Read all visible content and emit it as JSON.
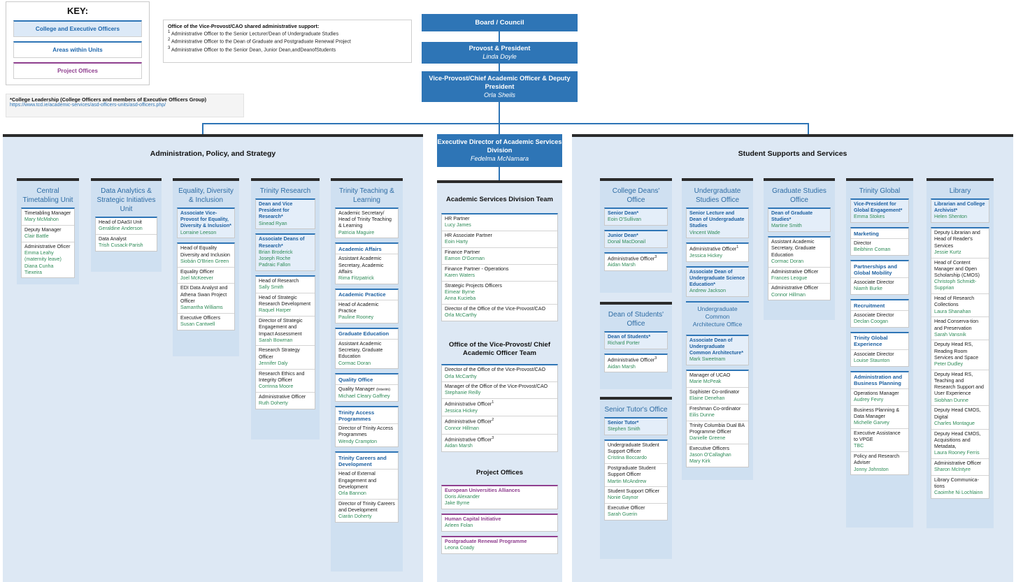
{
  "key": {
    "title": "KEY:",
    "items": [
      {
        "label": "College and Executive Officers",
        "style": "shaded"
      },
      {
        "label": "Areas within Units",
        "style": "plain"
      },
      {
        "label": "Project Offices",
        "style": "project"
      }
    ]
  },
  "note": {
    "title": "Office of the Vice-Provost/CAO shared administrative support:",
    "lines": [
      "Administrative Officer to the Senior Lecturer/Dean of  Undergraduate Studies",
      "Administrative Officer to the Dean of Graduate and  Postgraduate Renewal Project",
      "Administrative Officer to the Senior Dean, Junior Dean,andDeanofStudents"
    ],
    "markers": [
      "1",
      "2",
      "3"
    ]
  },
  "leadership": {
    "title": "*College Leadership (College Officers and members of Executive Officers Group)",
    "url": "https://www.tcd.ie/academic-services/asd-officers-units/asd-officers.php/"
  },
  "top_chain": [
    {
      "title": "Board / Council",
      "person": ""
    },
    {
      "title": "Provost & President",
      "person": "Linda Doyle"
    },
    {
      "title": "Vice-Provost/Chief Academic Officer & Deputy President",
      "person": "Orla Sheils"
    },
    {
      "title": "Executive Director of Academic Services Division",
      "person": "Fedelma McNamara"
    }
  ],
  "sections": {
    "left_title": "Administration, Policy, and Strategy",
    "right_title": "Student Supports and Services"
  },
  "left_units": [
    {
      "title": "Central Timetabling Unit",
      "groups": [
        {
          "type": "plain",
          "rows": [
            {
              "role": "Timetabling Manager",
              "people": [
                "Mary McMahon"
              ]
            },
            {
              "role": "Deputy Manager",
              "people": [
                "Clair Battle"
              ]
            },
            {
              "role": "Administrative Oficer",
              "people": [
                "Emma Leahy",
                "(maternity leave)",
                "Diana Cunha Tiexeira"
              ]
            }
          ]
        }
      ]
    },
    {
      "title": "Data Analytics & Strategic Initiatives Unit",
      "groups": [
        {
          "type": "plain",
          "rows": [
            {
              "role": "Head of DAaSI Unit",
              "people": [
                "Geraldine Anderson"
              ]
            },
            {
              "role": "Data Analyst",
              "people": [
                "Trish Cusack-Parish"
              ]
            }
          ]
        }
      ]
    },
    {
      "title": "Equality, Diversity & Inclusion",
      "groups": [
        {
          "type": "blue",
          "rows": [
            {
              "role": "Associate Vice-Provost for Equality, Diversity &  Inclusion*",
              "bold": true,
              "people": [
                "Lorraine Leeson"
              ]
            }
          ]
        },
        {
          "type": "plain",
          "rows": [
            {
              "role": "Head of Equality Diversity and Inclusion",
              "people": [
                "Siobán O'Brien Green"
              ]
            },
            {
              "role": "Equality Officer",
              "people": [
                "Joel McKeever"
              ]
            },
            {
              "role": "EDI Data Analyst and Athena Swan Project Officer",
              "people": [
                "Samantha Williams"
              ]
            },
            {
              "role": "Executive Officers",
              "people": [
                "Susan Cantwell"
              ]
            }
          ]
        }
      ]
    },
    {
      "title": "Trinity Research",
      "groups": [
        {
          "type": "blue",
          "rows": [
            {
              "role": "Dean and Vice President for Research*",
              "bold": true,
              "people": [
                "Sinead Ryan"
              ]
            }
          ]
        },
        {
          "type": "blue",
          "rows": [
            {
              "role": "Associate Deans of Research*",
              "bold": true,
              "people": [
                "Brian Broderick",
                "Joseph Roche",
                "Padraic Fallon"
              ]
            }
          ]
        },
        {
          "type": "plain",
          "rows": [
            {
              "role": "Head of Research",
              "people": [
                "Sally Smith"
              ]
            },
            {
              "role": "Head of Strategic Research Development",
              "people": [
                "Raquel Harper"
              ]
            },
            {
              "role": "Director of Strategic Engagement and Impact Assessment",
              "people": [
                "Sarah Bowman"
              ]
            },
            {
              "role": "Research Strategy Officer",
              "people": [
                "Jennifer Daly"
              ]
            },
            {
              "role": "Research Ethics and Integrity Officer",
              "people": [
                "Corrinna Moore"
              ]
            },
            {
              "role": "Administrative Officer",
              "people": [
                "Ruth Doherty"
              ]
            }
          ]
        }
      ]
    },
    {
      "title": "Trinity Teaching & Learning",
      "groups": [
        {
          "type": "plain",
          "rows": [
            {
              "role": "Academic Secretary/ Head of Trinity Teaching & Learning",
              "people": [
                "Patricia Maguire"
              ]
            }
          ]
        },
        {
          "type": "header",
          "header": "Academic Affairs",
          "rows": [
            {
              "role": "Assistant Academic Secretary, Academic Affairs",
              "people": [
                "Rima Fitzpatrick"
              ]
            }
          ]
        },
        {
          "type": "header",
          "header": "Academic Practice",
          "rows": [
            {
              "role": "Head of Academic Practice",
              "people": [
                "Pauline Rooney"
              ]
            }
          ]
        },
        {
          "type": "header",
          "header": "Graduate Education",
          "rows": [
            {
              "role": "Assistant Academic Secretary, Graduate Education",
              "people": [
                "Cormac Doran"
              ]
            }
          ]
        },
        {
          "type": "header",
          "header": "Quality Office",
          "rows": [
            {
              "role": "Quality Manager (Interim)",
              "people": [
                "Michael Cleary Gaffney"
              ]
            }
          ]
        },
        {
          "type": "header",
          "header": "Trinity Access Programmes",
          "rows": [
            {
              "role": "Director of Trinity Access Programmes",
              "people": [
                "Wendy Crampton"
              ]
            }
          ]
        },
        {
          "type": "header",
          "header": "Trinity Careers and Development",
          "rows": [
            {
              "role": "Head of External Engagement and Development",
              "people": [
                "Orla Bannon"
              ]
            },
            {
              "role": "Director of Trinity Careers and Development",
              "people": [
                "Ciarán Doherty"
              ]
            }
          ]
        }
      ]
    }
  ],
  "center": {
    "asd_title": "Academic Services Division Team",
    "asd_rows": [
      {
        "role": "HR Partner",
        "people": [
          "Lucy James"
        ]
      },
      {
        "role": "HR Associate Partner",
        "people": [
          "Eoin Harty"
        ]
      },
      {
        "role": "Finance Partner",
        "people": [
          "Eamon O'Gorman"
        ]
      },
      {
        "role": "Finance Partner - Operations",
        "people": [
          "Karen Waters"
        ]
      },
      {
        "role": "Strategic Projects Officers",
        "people": [
          "Eimear Byrne",
          "Anna Kucieba"
        ]
      },
      {
        "role": "Director of the Office of the Vice-Provost/CAO",
        "people": [
          "Orla McCarthy"
        ]
      }
    ],
    "vp_title": "Office of the Vice-Provost/ Chief Academic Officer Team",
    "vp_rows": [
      {
        "role": "Director of the Office of the Vice-Provost/CAO",
        "people": [
          "Orla McCarthy"
        ]
      },
      {
        "role": "Manager of the Office of the Vice-Provost/CAO",
        "people": [
          "Stephanie Reilly"
        ]
      },
      {
        "role": "Administrative Officer",
        "sup": "1",
        "people": [
          "Jessica Hickey"
        ]
      },
      {
        "role": "Administrative Officer",
        "sup": "2",
        "people": [
          "Connor Hillman"
        ]
      },
      {
        "role": "Administrative Officer",
        "sup": "3",
        "people": [
          "Aidan Marsh"
        ]
      }
    ],
    "projects_title": "Project Offices",
    "projects": [
      {
        "name": "European Universities Alliances",
        "people": [
          "Doris Alexander",
          "Jake Byrne"
        ]
      },
      {
        "name": "Human Capital Initiative",
        "people": [
          "Arleen Folan"
        ]
      },
      {
        "name": "Postgraduate Renewal Programme",
        "people": [
          "Leona Coady"
        ]
      }
    ]
  },
  "right_units": [
    {
      "title": "College Deans' Office",
      "groups": [
        {
          "type": "blue",
          "rows": [
            {
              "role": "Senior Dean*",
              "bold": true,
              "people": [
                "Eoin O'Sullivan"
              ]
            }
          ]
        },
        {
          "type": "blue",
          "rows": [
            {
              "role": "Junior Dean*",
              "bold": true,
              "people": [
                "Donal MacDonail"
              ]
            }
          ]
        },
        {
          "type": "plain",
          "rows": [
            {
              "role": "Administrative Officer",
              "sup": "3",
              "people": [
                "Aidan Marsh"
              ]
            }
          ]
        }
      ]
    },
    {
      "title": "Dean of Students' Office",
      "groups": [
        {
          "type": "blue",
          "rows": [
            {
              "role": "Dean of Students*",
              "bold": true,
              "people": [
                "Richard Porter"
              ]
            }
          ]
        },
        {
          "type": "plain",
          "rows": [
            {
              "role": "Administrative Officer",
              "sup": "3",
              "people": [
                "Aidan Marsh"
              ]
            }
          ]
        }
      ]
    },
    {
      "title": "Senior Tutor's Office",
      "groups": [
        {
          "type": "blue",
          "rows": [
            {
              "role": "Senior Tutor*",
              "bold": true,
              "people": [
                "Stephen Smith"
              ]
            }
          ]
        },
        {
          "type": "plain",
          "rows": [
            {
              "role": "Undergraduate Student Support Officer",
              "people": [
                "Cristina Boccardo"
              ]
            },
            {
              "role": "Postgraduate Student Support Officer",
              "people": [
                "Martin McAndrew"
              ]
            },
            {
              "role": "Student Support Officer",
              "people": [
                "Nonie Gaynor"
              ]
            },
            {
              "role": "Executive Officer",
              "people": [
                "Sarah Guerin"
              ]
            }
          ]
        }
      ]
    },
    {
      "title": "Undergraduate Studies Office",
      "groups": [
        {
          "type": "blue",
          "rows": [
            {
              "role": "Senior Lecture and Dean of Undergraduate Studies",
              "bold": true,
              "people": [
                "Vincent Wade"
              ]
            }
          ]
        },
        {
          "type": "plain",
          "rows": [
            {
              "role": "Administrative  Officer",
              "sup": "1",
              "people": [
                "Jessica Hickey"
              ]
            }
          ]
        },
        {
          "type": "blue",
          "rows": [
            {
              "role": "Associate Dean of Undergraduate Science Education*",
              "bold": true,
              "people": [
                "Andrew Jackson"
              ]
            }
          ]
        },
        {
          "type": "subunit",
          "subtitle": "Undergraduate Common Architecture Office"
        },
        {
          "type": "blue",
          "rows": [
            {
              "role": "Associate Dean of Undergraduate Common Architecture*",
              "bold": true,
              "people": [
                "Mark Sweetnam"
              ]
            }
          ]
        },
        {
          "type": "plain",
          "rows": [
            {
              "role": "Manager of UCAO",
              "people": [
                "Marie McPeak"
              ]
            },
            {
              "role": "Sophister Co-ordinator",
              "people": [
                "Elaine Denehan"
              ]
            },
            {
              "role": "Freshman Co-ordinator",
              "people": [
                "Eilis Dunne"
              ]
            },
            {
              "role": "Trinity Columbia Dual BA Programme Officer",
              "people": [
                "Danielle Greene"
              ]
            },
            {
              "role": "Executive Officers",
              "people": [
                "Jason O'Callaghan",
                "Mary Kirk"
              ]
            }
          ]
        }
      ]
    },
    {
      "title": "Graduate Studies Office",
      "groups": [
        {
          "type": "blue",
          "rows": [
            {
              "role": "Dean of Graduate Studies*",
              "bold": true,
              "people": [
                "Martine Smith"
              ]
            }
          ]
        },
        {
          "type": "plain",
          "rows": [
            {
              "role": "Assistant Academic Secretary, Graduate Education",
              "people": [
                "Cormac Doran"
              ]
            },
            {
              "role": "Administrative  Officer",
              "people": [
                "Frances Leogue"
              ]
            },
            {
              "role": "Administrative Officer",
              "people": [
                "Connor Hillman"
              ]
            }
          ]
        }
      ]
    },
    {
      "title": "Trinity Global",
      "groups": [
        {
          "type": "blue",
          "rows": [
            {
              "role": "Vice-President for Global Engagement*",
              "bold": true,
              "people": [
                "Emma Stokes"
              ]
            }
          ]
        },
        {
          "type": "header",
          "header": "Marketing",
          "rows": [
            {
              "role": "Director",
              "people": [
                "Beibhinn Coman"
              ]
            }
          ]
        },
        {
          "type": "header",
          "header": "Partnerships and Global Mobility",
          "rows": [
            {
              "role": "Associate Director",
              "people": [
                "Niamh Burke"
              ]
            }
          ]
        },
        {
          "type": "header",
          "header": "Recruitment",
          "rows": [
            {
              "role": "Associate Director",
              "people": [
                "Declan Coogan"
              ]
            }
          ]
        },
        {
          "type": "header",
          "header": "Trinity Global Experience",
          "rows": [
            {
              "role": "Associate Director",
              "people": [
                "Louise Staunton"
              ]
            }
          ]
        },
        {
          "type": "header",
          "header": "Administration and Business Planning",
          "rows": [
            {
              "role": "Operations Manager",
              "people": [
                "Audrey Fevry"
              ]
            },
            {
              "role": "Business Planning & Data Manager",
              "people": [
                "Michelle Garvey"
              ]
            },
            {
              "role": "Executive Assistance to VPGE",
              "people": [
                "TBC"
              ]
            },
            {
              "role": "Policy and Research Adviser",
              "people": [
                "Jonny Johnston"
              ]
            }
          ]
        }
      ]
    },
    {
      "title": "Library",
      "groups": [
        {
          "type": "blue",
          "rows": [
            {
              "role": "Librarian and College Archivist*",
              "bold": true,
              "people": [
                "Helen Shenton"
              ]
            }
          ]
        },
        {
          "type": "plain",
          "rows": [
            {
              "role": "Deputy Librarian and Head of Reader's Services",
              "people": [
                "Jessie Kurtz"
              ]
            },
            {
              "role": "Head of Content Manager and Open Scholarship (CMOS)",
              "people": [
                "Christoph Schmidt-Supprian"
              ]
            },
            {
              "role": "Head of Research Collections",
              "people": [
                "Laura Shanahan"
              ]
            },
            {
              "role": "Head Conserva-tion and Preservation",
              "people": [
                "Sarah Vansnik"
              ]
            },
            {
              "role": "Deputy Head RS, Reading Room Services and Space",
              "people": [
                "Peter Dudley"
              ]
            },
            {
              "role": "Deputy Head RS, Teaching and Research Support and User Experience",
              "people": [
                "Siobhan Dunne"
              ]
            },
            {
              "role": "Deputy Head CMOS, Digital",
              "people": [
                "Charles Montague"
              ]
            },
            {
              "role": "Deputy Head CMOS, Acquisitions and Metadata,",
              "people": [
                "Laura Rooney Ferris"
              ]
            },
            {
              "role": "Administrative Officer",
              "people": [
                "Sharon McIntyre"
              ]
            },
            {
              "role": "Library Communica-tions",
              "people": [
                "Caoimhe Ni Lochlainn"
              ]
            }
          ]
        }
      ]
    }
  ],
  "colors": {
    "brand_blue": "#2e75b6",
    "panel_blue": "#dde8f4",
    "unit_blue": "#cfe0f1",
    "person_green": "#2e8b57",
    "project_purple": "#8f3f8f"
  }
}
